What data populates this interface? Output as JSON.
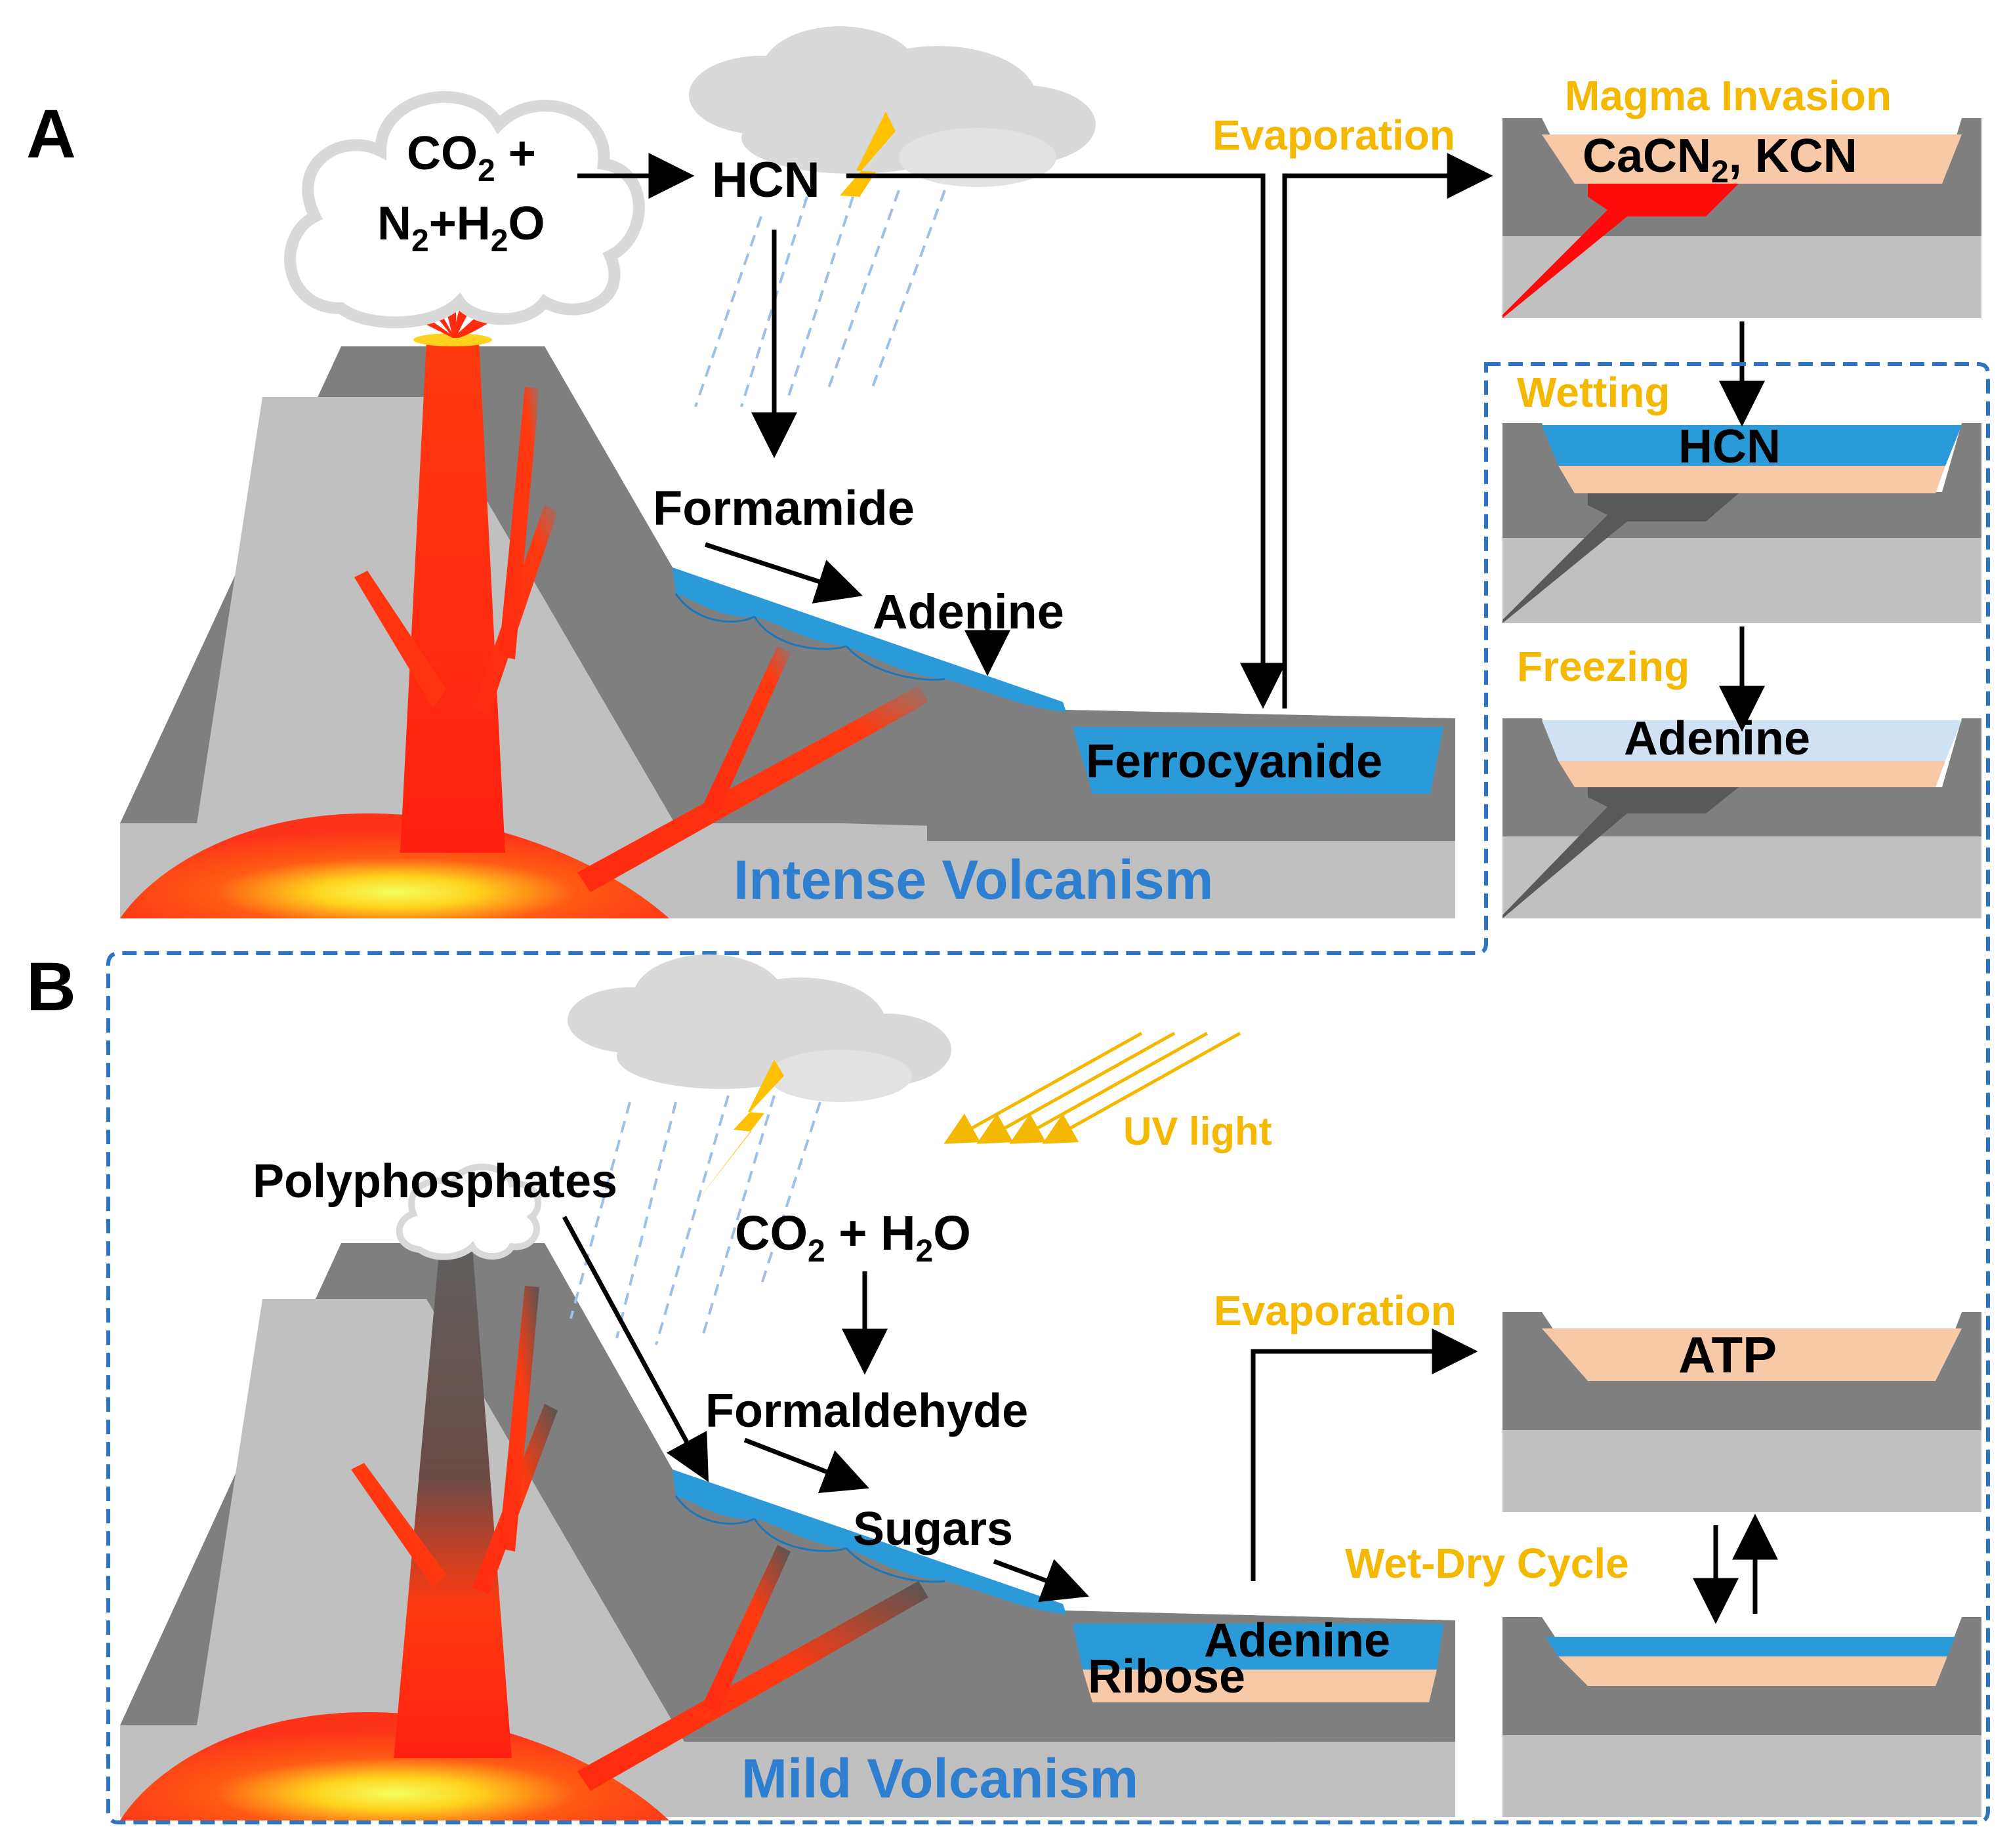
{
  "panel_a": {
    "letter": "A",
    "co2_formula": "CO",
    "co2_sub": "2",
    "co2_plus": " +",
    "n2_formula": "N",
    "n2_sub": "2",
    "n2_plus_h": "+H",
    "h2o_sub": "2",
    "h2o_o": "O",
    "hcn": "HCN",
    "formamide": "Formamide",
    "adenine": "Adenine",
    "ferrocyanide": "Ferrocyanide",
    "evaporation": "Evaporation",
    "magma_invasion": "Magma Invasion",
    "cacn_prefix": "CaCN",
    "cacn_sub": "2",
    "cacn_suffix": ", KCN",
    "wetting": "Wetting",
    "wetting_hcn": "HCN",
    "freezing": "Freezing",
    "freezing_adenine": "Adenine",
    "caption": "Intense Volcanism"
  },
  "panel_b": {
    "letter": "B",
    "polyphosphates": "Polyphosphates",
    "uv_light": "UV light",
    "co2_formula": "CO",
    "co2_sub": "2",
    "plus_h": " + H",
    "h2o_sub": "2",
    "h2o_o": "O",
    "formaldehyde": "Formaldehyde",
    "sugars": "Sugars",
    "adenine": "Adenine",
    "ribose": "Ribose",
    "evaporation": "Evaporation",
    "atp": "ATP",
    "wet_dry_cycle": "Wet-Dry Cycle",
    "caption": "Mild Volcanism"
  },
  "colors": {
    "rock_dark": "#7f7f7f",
    "rock_light": "#c0c0c0",
    "water": "#2a9ad8",
    "ice": "#cfe1f2",
    "sediment": "#f8c9a6",
    "magma": "#ff3a10",
    "label_yellow": "#f5b800",
    "label_blue": "#2e7fd0",
    "dashed_frame": "#2f74c0",
    "cloud": "#d9d9d9",
    "rain": "#9fc0e6"
  }
}
